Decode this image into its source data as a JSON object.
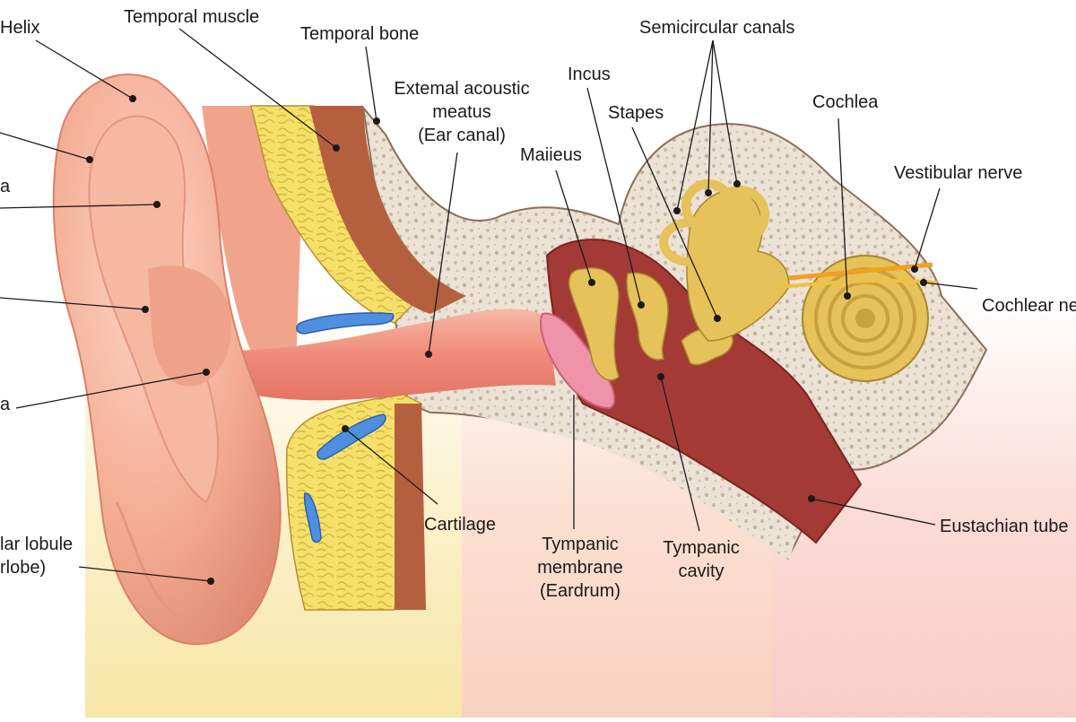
{
  "diagram": {
    "labels": {
      "helix": "Helix",
      "temporal_muscle": "Temporal muscle",
      "temporal_bone": "Temporal bone",
      "external_acoustic_meatus": "Extemal acoustic\nmeatus\n(Ear canal)",
      "semicircular_canals": "Semicircular canals",
      "incus": "Incus",
      "stapes": "Stapes",
      "malleus": "Maiieus",
      "cochlea": "Cochlea",
      "vestibular_nerve": "Vestibular nerve",
      "cochlear_nerve": "Cochlear ne",
      "cut_label_a": "a",
      "cut_label_b": "a",
      "auricular_lobule": "lar lobule\nrlobe)",
      "cartilage": "Cartilage",
      "tympanic_membrane": "Tympanic\nmembrane\n(Eardrum)",
      "tympanic_cavity": "Tympanic\ncavity",
      "eustachian_tube": "Eustachian tube"
    },
    "colors": {
      "skin": "#f2a890",
      "skin_light": "#f9c9b6",
      "skin_dark": "#d9806a",
      "cartilage_yellow": "#f2dc5a",
      "bone": "#e9ddd0",
      "muscle_brown": "#a65a3c",
      "cavity_red": "#a33a35",
      "ossicle_gold": "#e6c25a",
      "eardrum_pink": "#ef93a8",
      "vessel_blue": "#4f8fe0",
      "nerve_orange": "#f2a020"
    }
  }
}
